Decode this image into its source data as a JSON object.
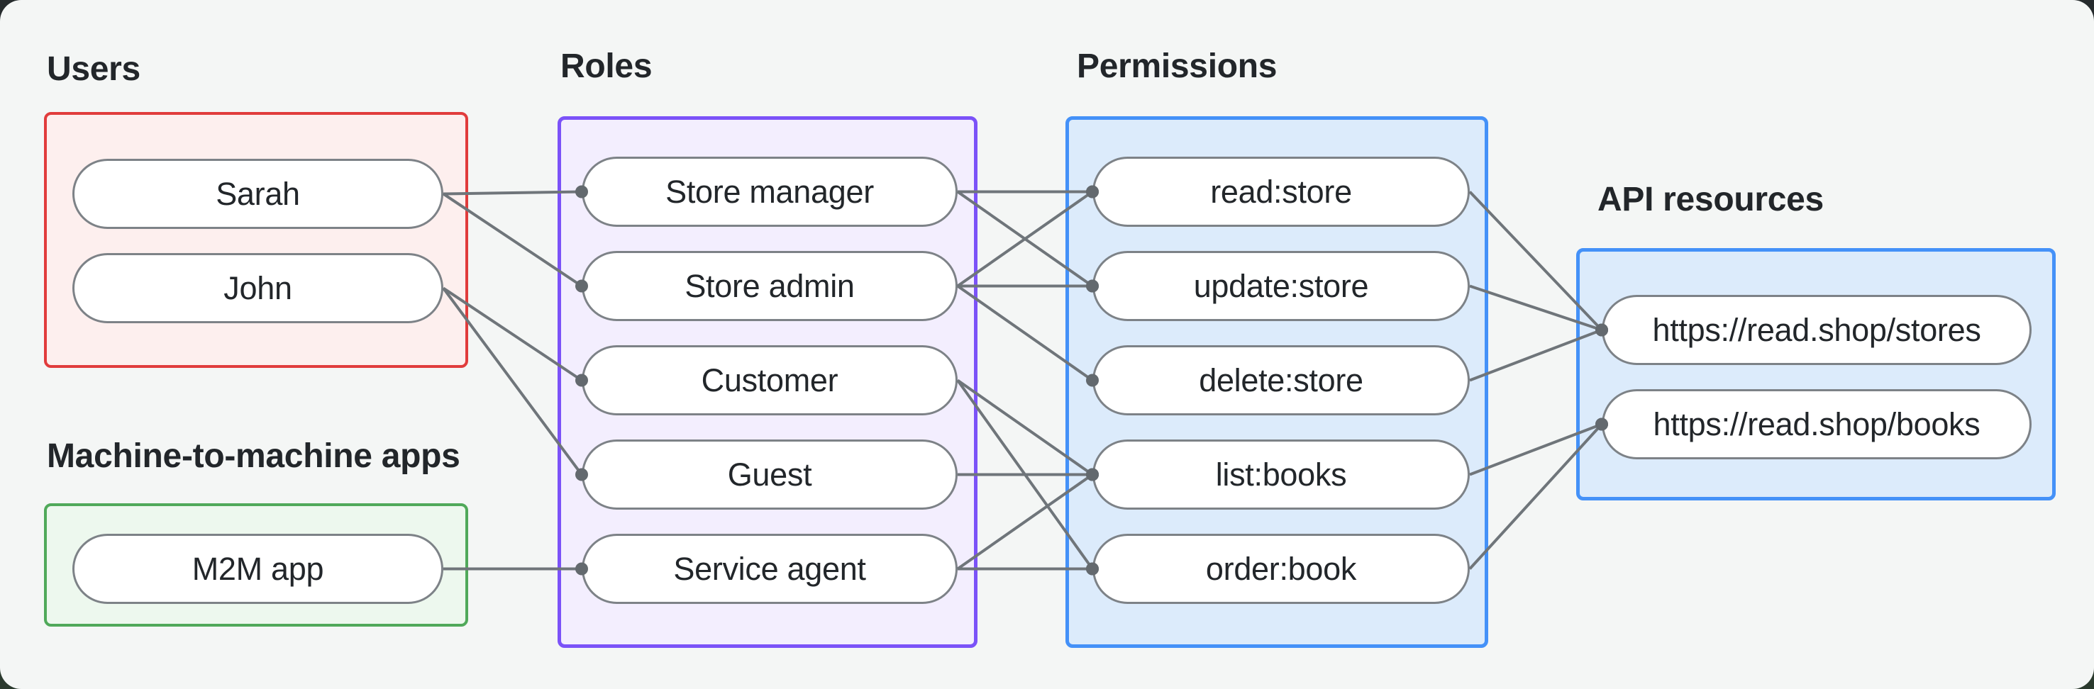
{
  "groups": {
    "users": {
      "label": "Users",
      "border_color": "#e13c3c",
      "fill_color": "#fdefee",
      "items": [
        {
          "id": "sarah",
          "label": "Sarah"
        },
        {
          "id": "john",
          "label": "John"
        }
      ]
    },
    "m2m": {
      "label": "Machine-to-machine apps",
      "border_color": "#50a95a",
      "fill_color": "#edf8ee",
      "items": [
        {
          "id": "m2m-app",
          "label": "M2M app"
        }
      ]
    },
    "roles": {
      "label": "Roles",
      "border_color": "#7b52f8",
      "fill_color": "#f3eefe",
      "items": [
        {
          "id": "store-manager",
          "label": "Store manager"
        },
        {
          "id": "store-admin",
          "label": "Store admin"
        },
        {
          "id": "customer",
          "label": "Customer"
        },
        {
          "id": "guest",
          "label": "Guest"
        },
        {
          "id": "service-agent",
          "label": "Service agent"
        }
      ]
    },
    "permissions": {
      "label": "Permissions",
      "border_color": "#4491f8",
      "fill_color": "#dcebfb",
      "items": [
        {
          "id": "read-store",
          "label": "read:store"
        },
        {
          "id": "update-store",
          "label": "update:store"
        },
        {
          "id": "delete-store",
          "label": "delete:store"
        },
        {
          "id": "list-books",
          "label": "list:books"
        },
        {
          "id": "order-book",
          "label": "order:book"
        }
      ]
    },
    "api_resources": {
      "label": "API resources",
      "border_color": "#4491f8",
      "fill_color": "#dcebfb",
      "items": [
        {
          "id": "stores-api",
          "label": "https://read.shop/stores"
        },
        {
          "id": "books-api",
          "label": "https://read.shop/books"
        }
      ]
    }
  },
  "edges": [
    {
      "from": "sarah",
      "to": "store-manager"
    },
    {
      "from": "sarah",
      "to": "store-admin"
    },
    {
      "from": "john",
      "to": "customer"
    },
    {
      "from": "john",
      "to": "guest"
    },
    {
      "from": "m2m-app",
      "to": "service-agent"
    },
    {
      "from": "store-manager",
      "to": "read-store"
    },
    {
      "from": "store-manager",
      "to": "update-store"
    },
    {
      "from": "store-admin",
      "to": "read-store"
    },
    {
      "from": "store-admin",
      "to": "update-store"
    },
    {
      "from": "store-admin",
      "to": "delete-store"
    },
    {
      "from": "customer",
      "to": "list-books"
    },
    {
      "from": "customer",
      "to": "order-book"
    },
    {
      "from": "guest",
      "to": "list-books"
    },
    {
      "from": "service-agent",
      "to": "list-books"
    },
    {
      "from": "service-agent",
      "to": "order-book"
    },
    {
      "from": "read-store",
      "to": "stores-api"
    },
    {
      "from": "update-store",
      "to": "stores-api"
    },
    {
      "from": "delete-store",
      "to": "stores-api"
    },
    {
      "from": "list-books",
      "to": "books-api"
    },
    {
      "from": "order-book",
      "to": "books-api"
    }
  ],
  "style": {
    "canvas_bg": "#f4f6f5",
    "text_color": "#22262a",
    "node_border_color": "#7d8287",
    "node_fill": "#ffffff",
    "edge_color": "#6f757a",
    "dot_color": "#63696e",
    "edge_width": 4,
    "dot_radius": 9
  }
}
